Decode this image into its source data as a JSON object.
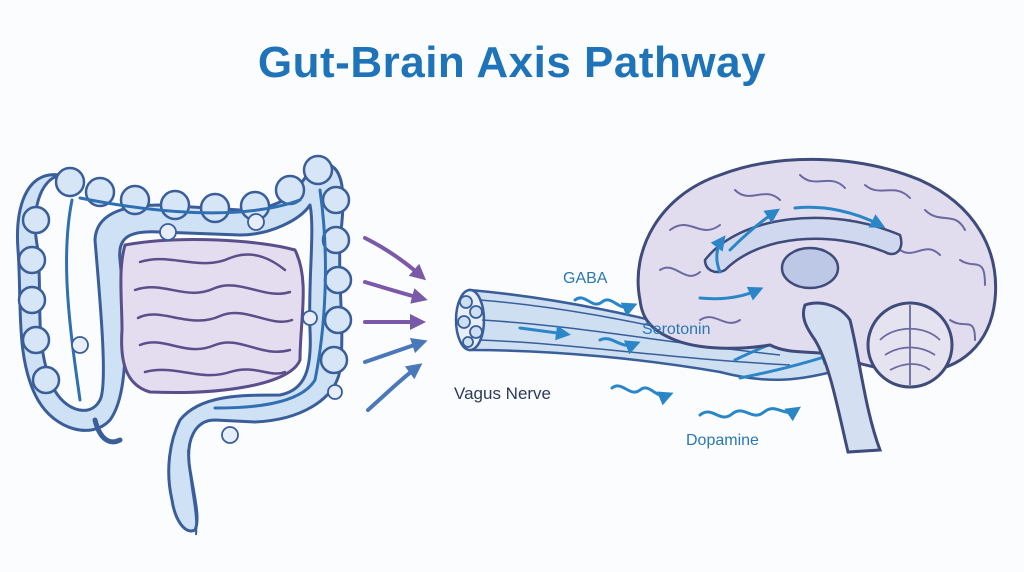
{
  "title": "Gut-Brain Axis Pathway",
  "labels": {
    "gaba": "GABA",
    "serotonin": "Serotonin",
    "vagus": "Vagus Nerve",
    "dopamine": "Dopamine"
  },
  "colors": {
    "title": "#1f73b8",
    "label_blue": "#2a78b4",
    "label_dark": "#2d3a5a",
    "colon_fill": "#cfe1f4",
    "colon_stroke": "#3a5e9a",
    "intestine_fill": "#e4dcef",
    "brain_fill": "#e2dcef",
    "nerve_fill": "#cddff0",
    "arrow_purple": "#7a5aa8",
    "arrow_blue": "#4a78b8",
    "signal_blue": "#2b86c8"
  }
}
